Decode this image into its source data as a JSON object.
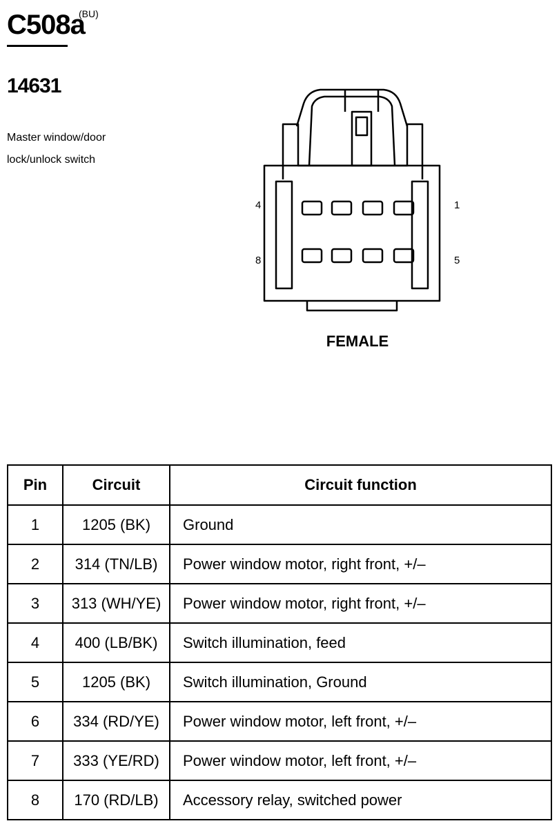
{
  "connector": {
    "id": "C508a",
    "color_code": "(BU)",
    "part_number": "14631",
    "description_lines": [
      "Master window/door",
      "lock/unlock switch"
    ],
    "gender": "FEMALE",
    "pin_labels": {
      "top_left": "4",
      "top_right": "1",
      "bottom_left": "8",
      "bottom_right": "5"
    }
  },
  "table": {
    "headers": {
      "pin": "Pin",
      "circuit": "Circuit",
      "function": "Circuit function"
    },
    "rows": [
      {
        "pin": "1",
        "circuit": "1205 (BK)",
        "function": "Ground"
      },
      {
        "pin": "2",
        "circuit": "314 (TN/LB)",
        "function": "Power window motor, right front, +/–"
      },
      {
        "pin": "3",
        "circuit": "313 (WH/YE)",
        "function": "Power window motor, right front, +/–"
      },
      {
        "pin": "4",
        "circuit": "400 (LB/BK)",
        "function": "Switch illumination, feed"
      },
      {
        "pin": "5",
        "circuit": "1205 (BK)",
        "function": "Switch illumination, Ground"
      },
      {
        "pin": "6",
        "circuit": "334 (RD/YE)",
        "function": "Power window motor, left front, +/–"
      },
      {
        "pin": "7",
        "circuit": "333 (YE/RD)",
        "function": "Power window motor, left front, +/–"
      },
      {
        "pin": "8",
        "circuit": "170 (RD/LB)",
        "function": "Accessory relay, switched power"
      }
    ]
  }
}
